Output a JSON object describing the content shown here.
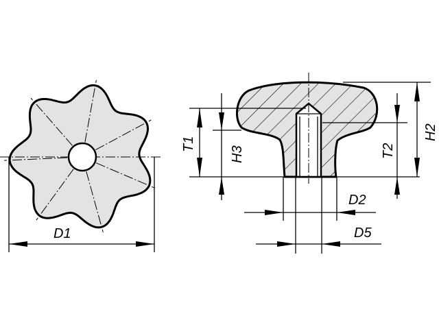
{
  "labels": {
    "d1": "D1",
    "t1": "T1",
    "h3": "H3",
    "t2": "T2",
    "h2": "H2",
    "d2": "D2",
    "d5": "D5"
  },
  "colors": {
    "fill": "#e3e3e3",
    "line": "#000000",
    "background": "#ffffff"
  }
}
